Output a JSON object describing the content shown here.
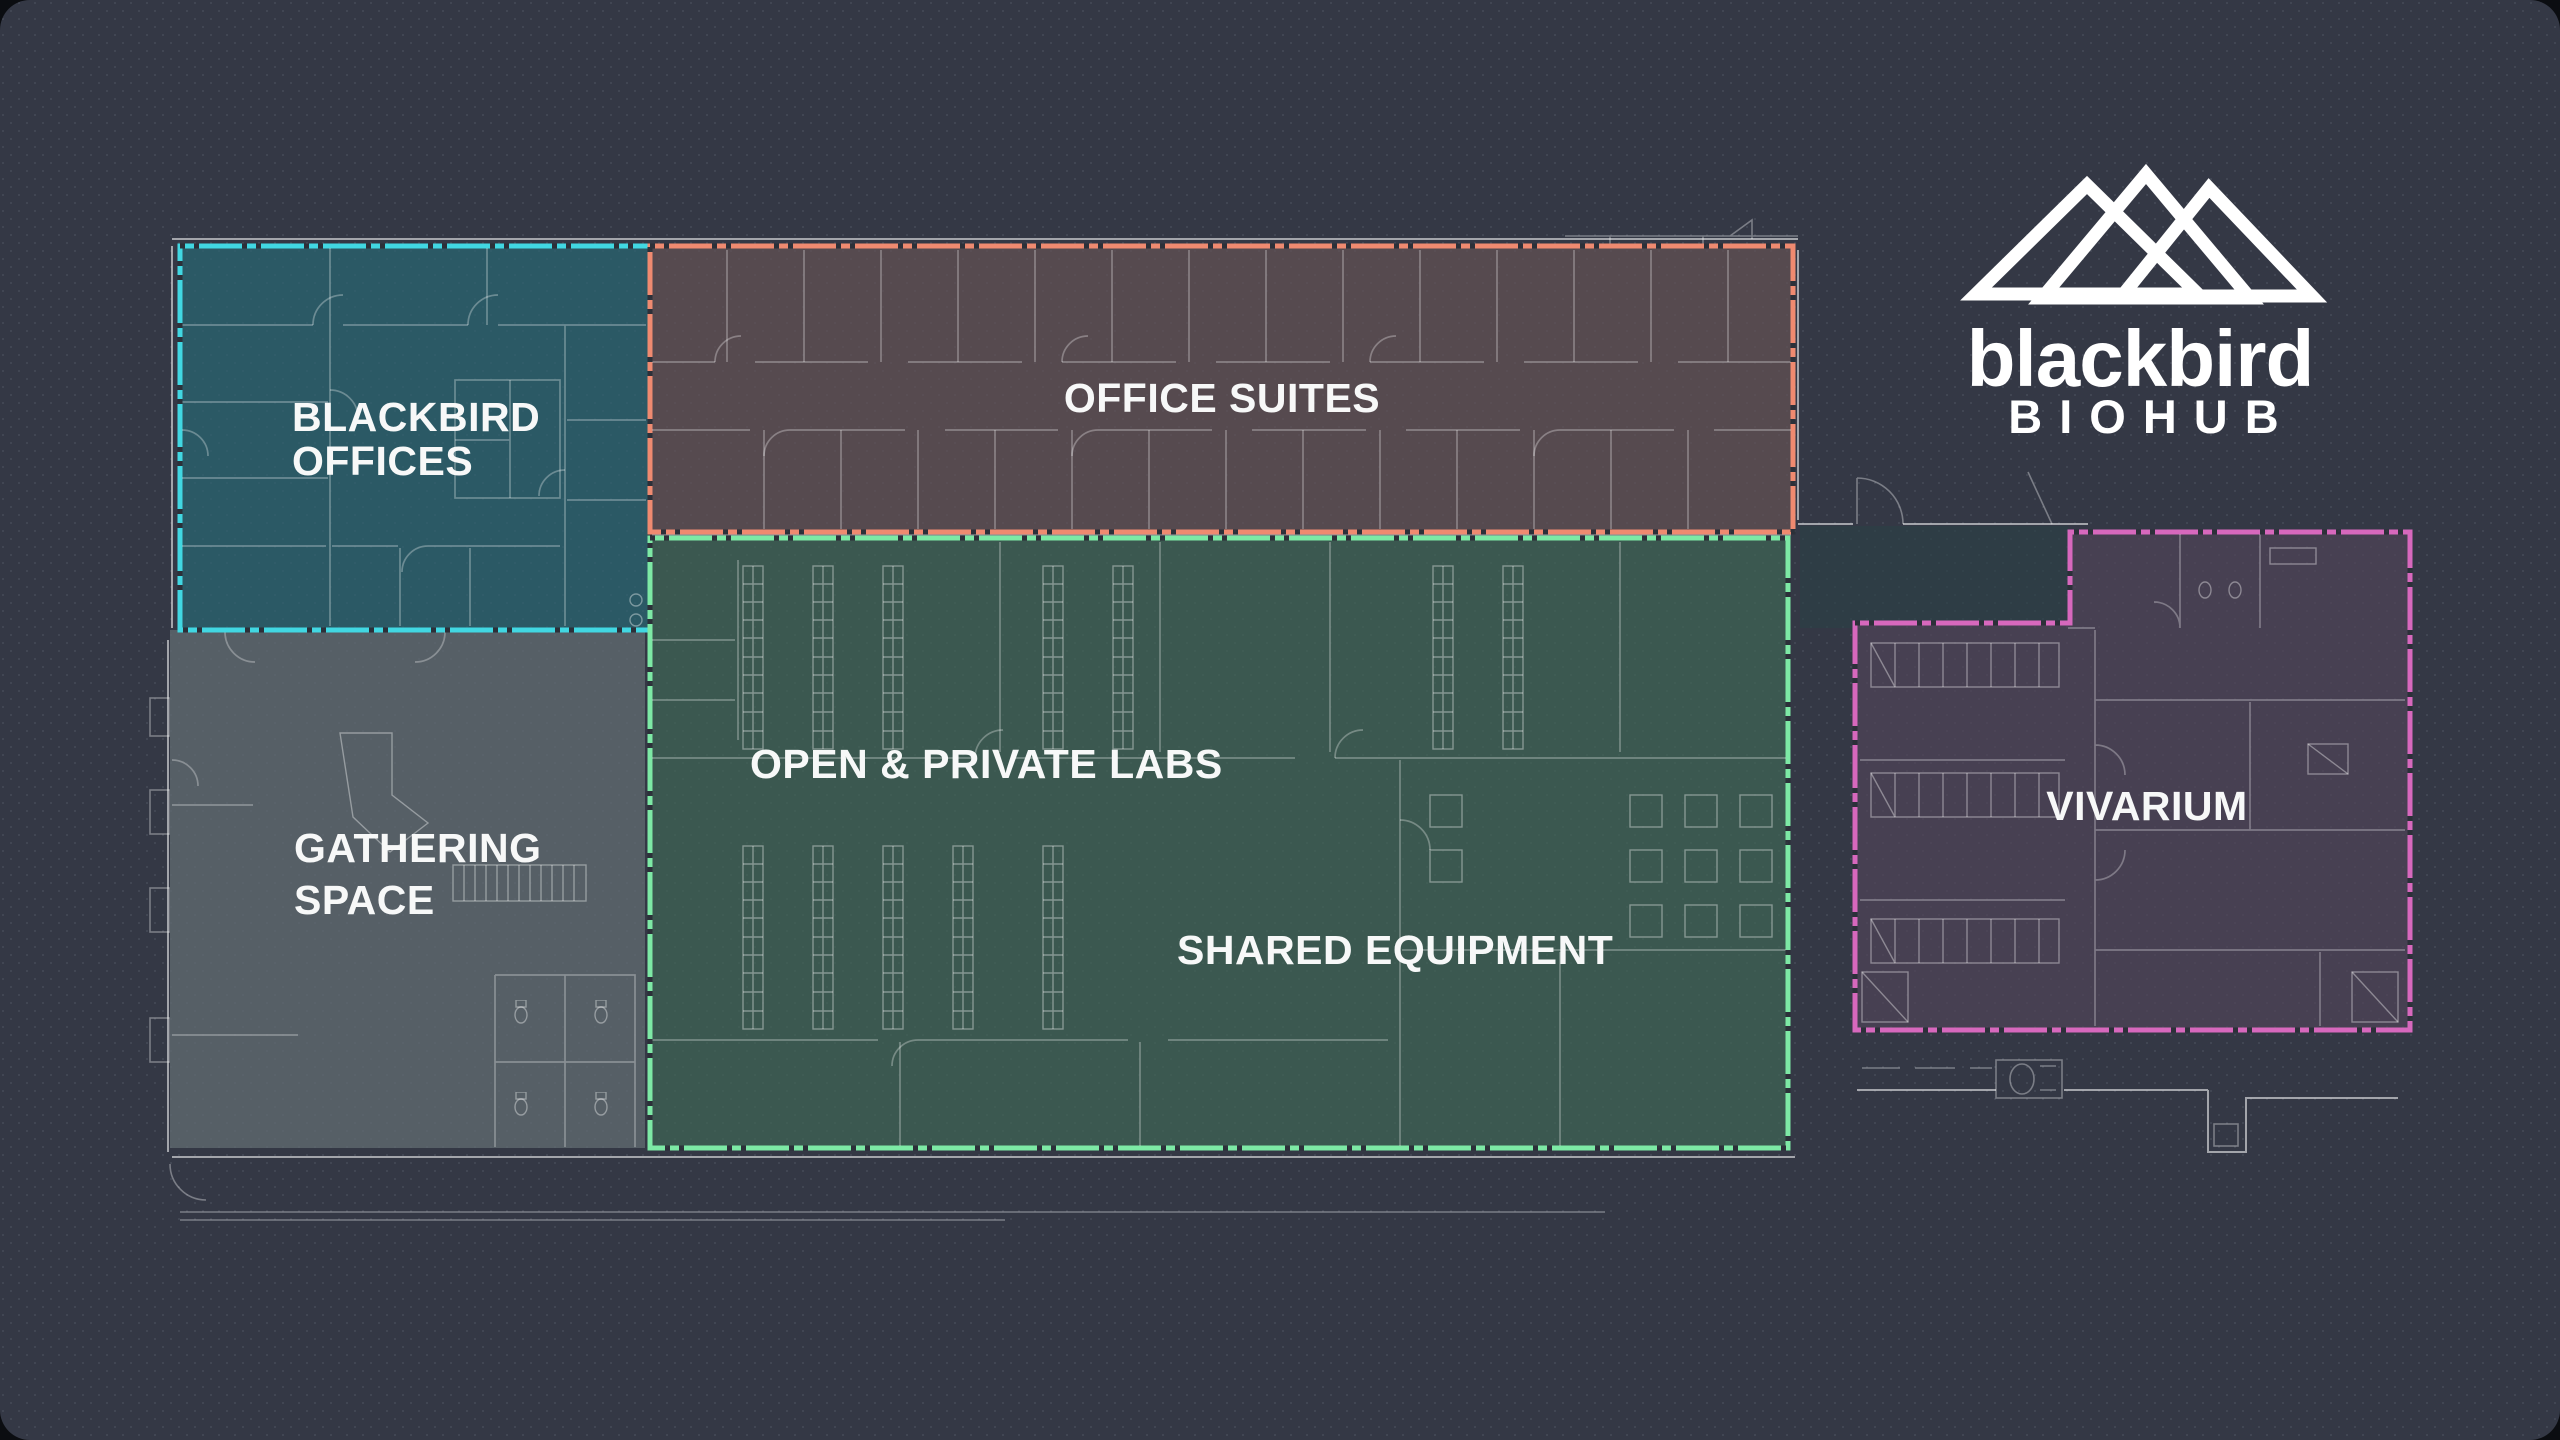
{
  "canvas": {
    "background": "#343845",
    "outside": "#0b0d11",
    "label_color": "#f7f8f8"
  },
  "logo": {
    "brand": "blackbird",
    "tagline": "BIOHUB",
    "icon": "mountains-icon",
    "color": "#ffffff"
  },
  "regions": {
    "blackbird_offices": {
      "label_line1": "BLACKBIRD",
      "label_line2": "OFFICES",
      "fill": "#2b5965",
      "border": "#41d7e2"
    },
    "office_suites": {
      "label": "OFFICE SUITES",
      "fill": "#564a4f",
      "border": "#ef8a70"
    },
    "labs": {
      "label": "OPEN & PRIVATE LABS",
      "fill": "#3b5850",
      "border": "#7de9a5"
    },
    "shared_equipment": {
      "label": "SHARED EQUIPMENT"
    },
    "gathering_space": {
      "label_line1": "GATHERING",
      "label_line2": "SPACE",
      "fill": "#565f66"
    },
    "vivarium": {
      "label": "VIVARIUM",
      "fill": "#474052",
      "border": "#d768bd"
    }
  }
}
